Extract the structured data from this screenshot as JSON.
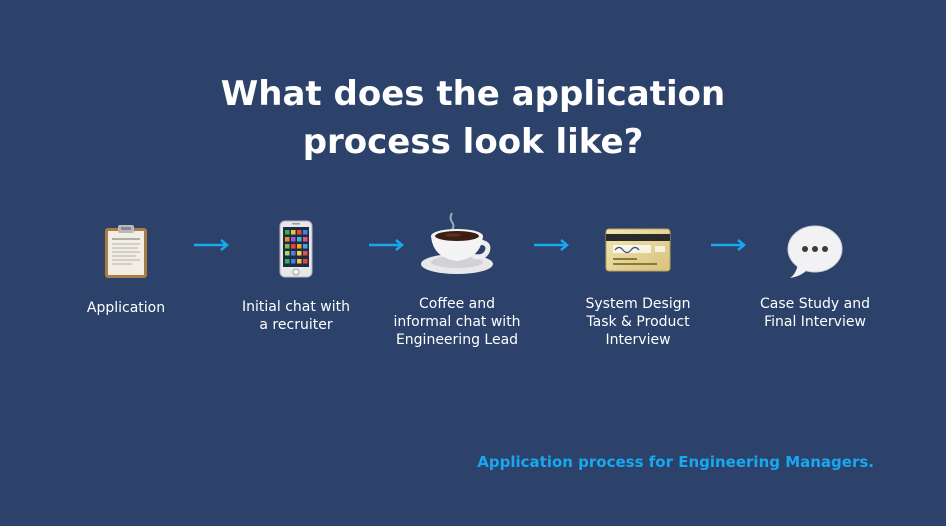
{
  "title_line1": "What does the application",
  "title_line2": "process look like?",
  "steps": [
    {
      "icon": "clipboard-icon",
      "label": "Application"
    },
    {
      "icon": "mobile-phone-icon",
      "label": "Initial chat with\na recruiter"
    },
    {
      "icon": "coffee-cup-icon",
      "label": "Coffee and\ninformal chat with\nEngineering Lead"
    },
    {
      "icon": "credit-card-icon",
      "label": "System Design\nTask & Product\nInterview"
    },
    {
      "icon": "speech-bubble-icon",
      "label": "Case Study and\nFinal Interview"
    }
  ],
  "footer": "Application process for Engineering Managers.",
  "colors": {
    "background": "#2c426a",
    "arrow": "#17a8f0",
    "footer": "#17a8f0",
    "text": "#ffffff"
  }
}
